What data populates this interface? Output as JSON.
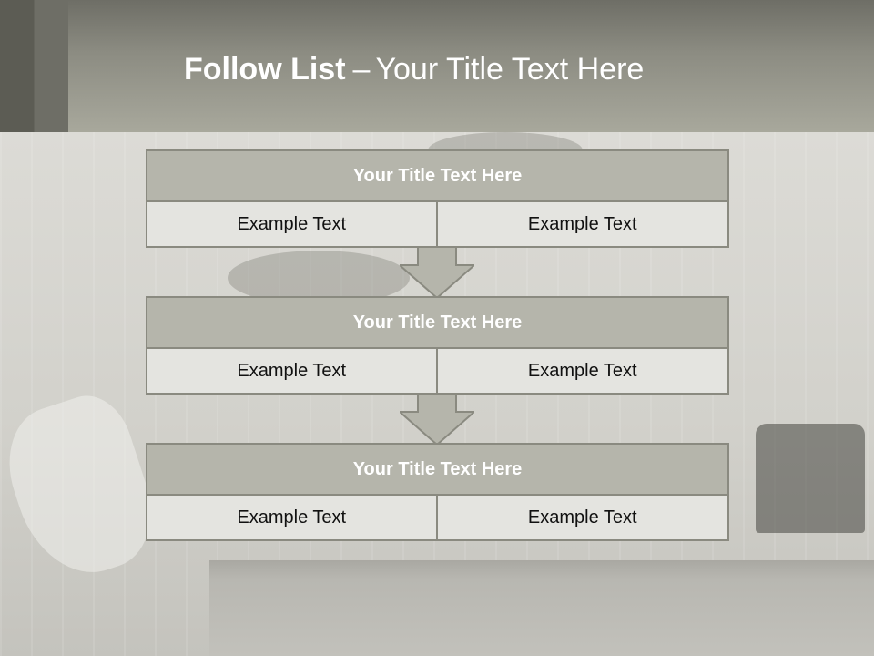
{
  "slide": {
    "title_bold": "Follow List",
    "title_separator": "–",
    "title_rest": "Your Title Text Here"
  },
  "blocks": [
    {
      "title": "Your Title Text Here",
      "cells": [
        "Example Text",
        "Example Text"
      ]
    },
    {
      "title": "Your Title Text Here",
      "cells": [
        "Example Text",
        "Example Text"
      ]
    },
    {
      "title": "Your Title Text Here",
      "cells": [
        "Example Text",
        "Example Text"
      ]
    }
  ],
  "colors": {
    "header": "#8c8c82",
    "block_title_fill": "#b5b5ab",
    "cell_fill": "#e4e4e0",
    "border": "#8a8a80",
    "arrow_fill": "#b5b5ab"
  },
  "icons": {
    "connector": "down-arrow-icon"
  }
}
